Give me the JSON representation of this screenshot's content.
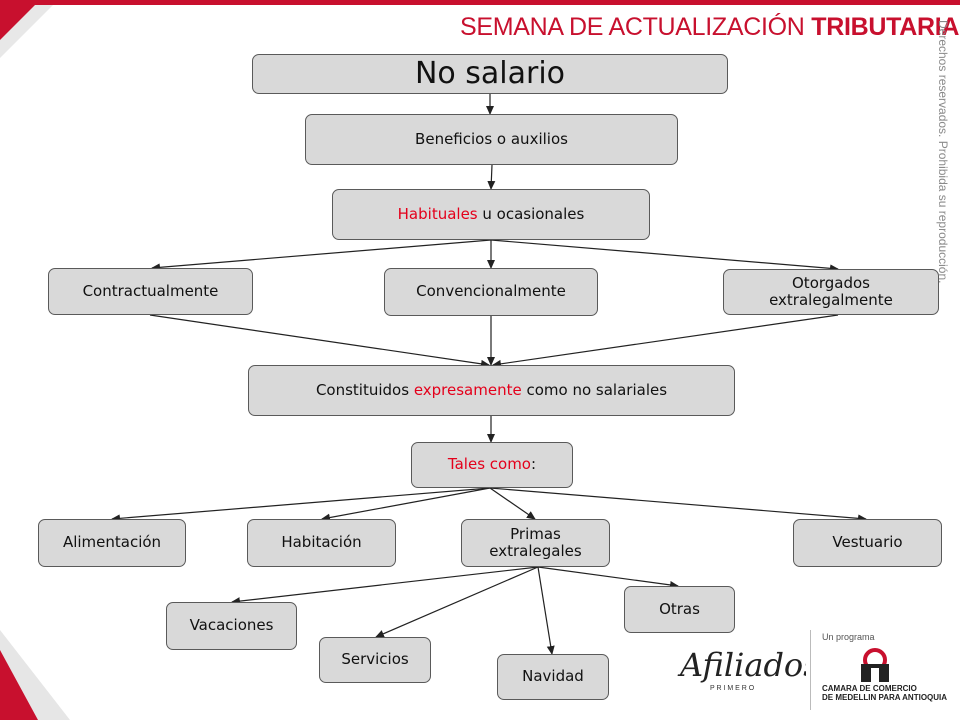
{
  "header": {
    "title_regular": "SEMANA DE ACTUALIZACIÓN ",
    "title_bold": "TRIBUTARIA",
    "vertical_note": "Derechos reservados. Prohibida su reproducción."
  },
  "diagram": {
    "root": "No salario",
    "beneficios": "Beneficios o auxilios",
    "habituales_red": "Habituales",
    "habituales_rest": " u ocasionales",
    "contractualmente": "Contractualmente",
    "convencionalmente": "Convencionalmente",
    "otorgados": "Otorgados extralegalmente",
    "constituidos_a": "Constituidos ",
    "constituidos_red": "expresamente",
    "constituidos_b": " como no salariales",
    "tales_red": "Tales como",
    "tales_colon": ":",
    "alimentacion": "Alimentación",
    "habitacion": "Habitación",
    "primas": "Primas extralegales",
    "vestuario": "Vestuario",
    "vacaciones": "Vacaciones",
    "servicios": "Servicios",
    "navidad": "Navidad",
    "otras": "Otras"
  },
  "footer": {
    "afiliados_text": "Afiliados",
    "primero_text": "P R I M E R O",
    "programa_label": "Un programa",
    "camara_line1": "CAMARA DE COMERCIO",
    "camara_line2": "DE MEDELLIN PARA ANTIOQUIA"
  },
  "colors": {
    "accent_red": "#c8102e",
    "highlight_red": "#e4001b",
    "node_fill": "#d9d9d9"
  }
}
